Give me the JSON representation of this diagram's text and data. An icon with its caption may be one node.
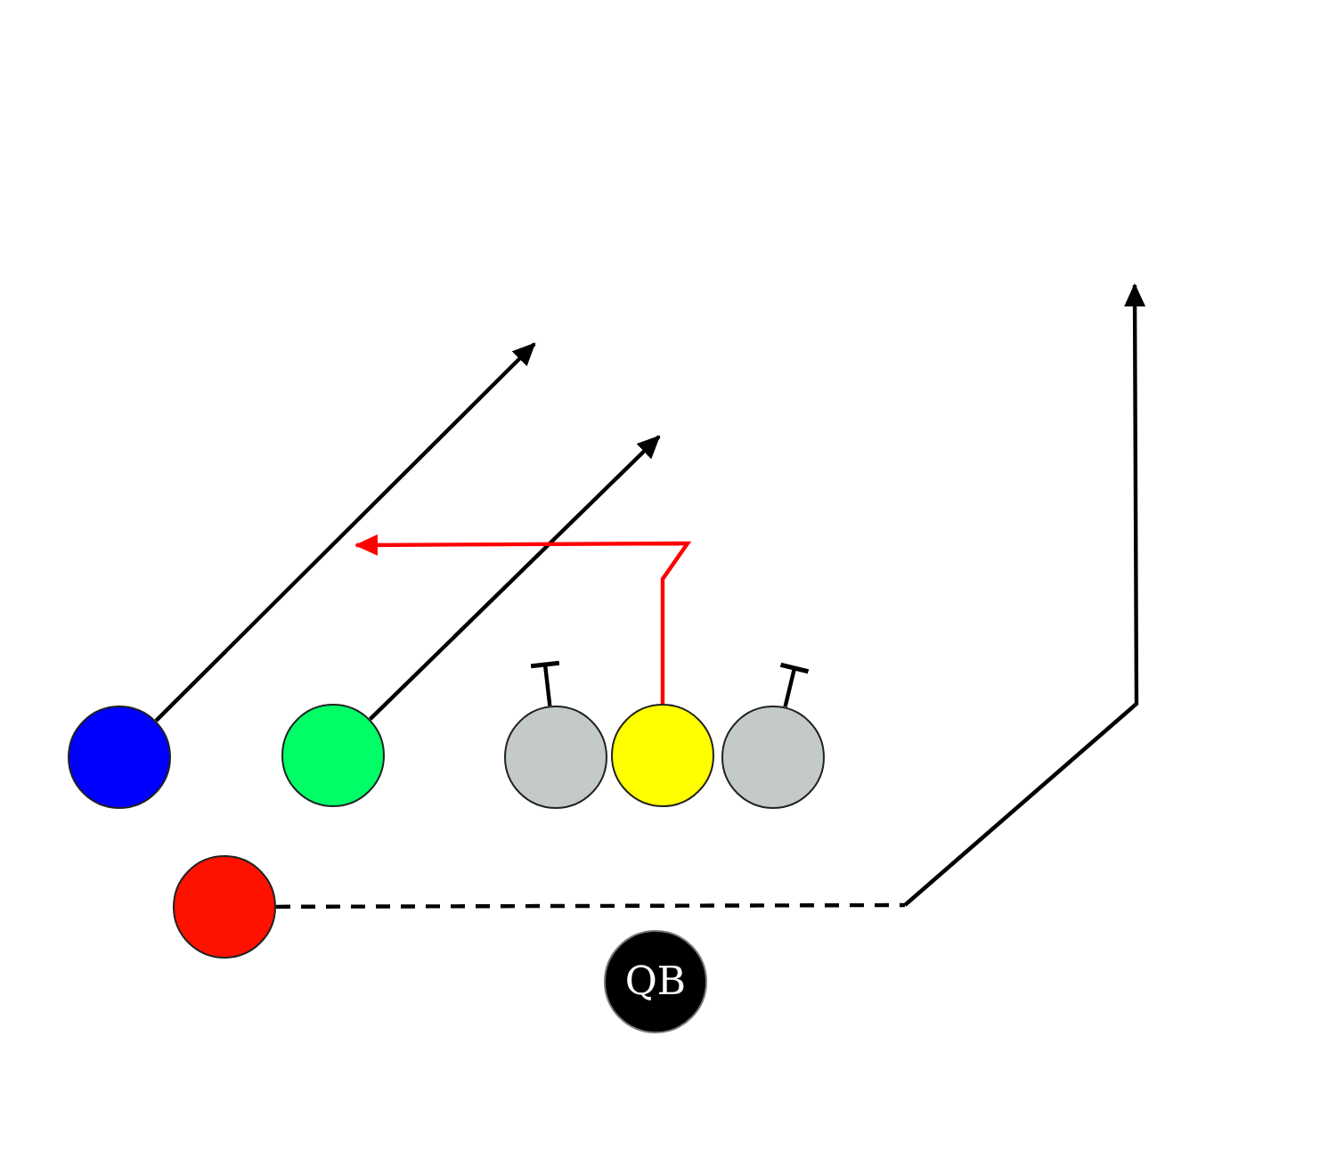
{
  "diagram": {
    "nodes": [
      {
        "text": [],
        "shape": "circle"
      },
      {
        "text": [],
        "shape": "circle"
      },
      {
        "text": [],
        "shape": "circle"
      },
      {
        "text": [],
        "shape": "circle"
      },
      {
        "text": [],
        "shape": "circle"
      },
      {
        "text": [],
        "shape": "circle"
      },
      {
        "text": [
          "QB"
        ]
      }
    ],
    "edges": [
      {
        "from": 0,
        "to": null,
        "arrow": "to"
      },
      {
        "from": 1,
        "to": null,
        "arrow": "to"
      },
      {
        "from": 3,
        "to": null,
        "arrow": "to",
        "color": "#ff0000"
      },
      {
        "from": 2,
        "to": null,
        "arrow": "other"
      },
      {
        "from": 4,
        "to": null,
        "arrow": "other"
      },
      {
        "from": 5,
        "to": null,
        "arrow": "to",
        "style": "dashed"
      }
    ]
  }
}
